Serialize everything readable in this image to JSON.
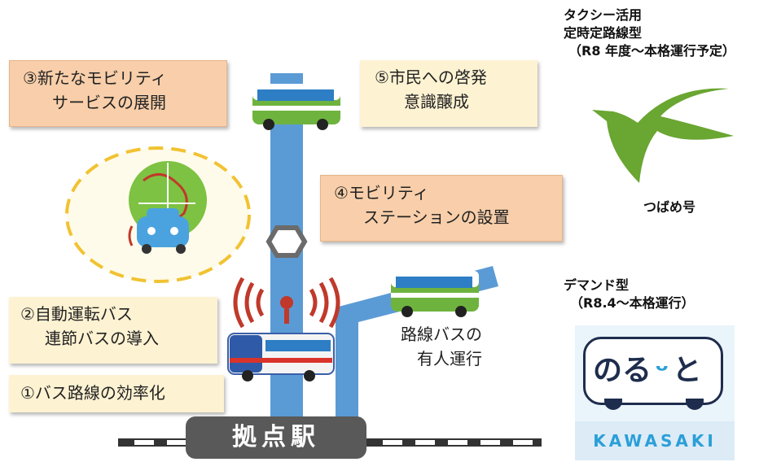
{
  "measures": {
    "m3": [
      "③新たなモビリティ",
      "サービスの展開"
    ],
    "m5": [
      "⑤市民への啓発",
      "意識醸成"
    ],
    "m4": [
      "④モビリティ",
      "ステーションの設置"
    ],
    "m2": [
      "②自動運転バス",
      "連節バスの導入"
    ],
    "m1": "①バス路線の効率化"
  },
  "route_bus_label": [
    "路線バスの",
    "有人運行"
  ],
  "hub_station": "拠点駅",
  "taxi": {
    "title": [
      "タクシー活用",
      "定時定路線型",
      "（R8 年度～本格運行予定）"
    ],
    "logo_name": "つばめ号"
  },
  "demand": {
    "title": [
      "デマンド型",
      "（R8.4～本格運行）"
    ],
    "logo_text": "のる",
    "logo_text2": "と",
    "logo_sub": "KAWASAKI"
  },
  "colors": {
    "route_blue": "#5b9bd5",
    "orange_box": "#f8cfaa",
    "cream_box": "#fdf2d2",
    "swallow_green": "#6aa632",
    "hub_gray": "#595959"
  }
}
